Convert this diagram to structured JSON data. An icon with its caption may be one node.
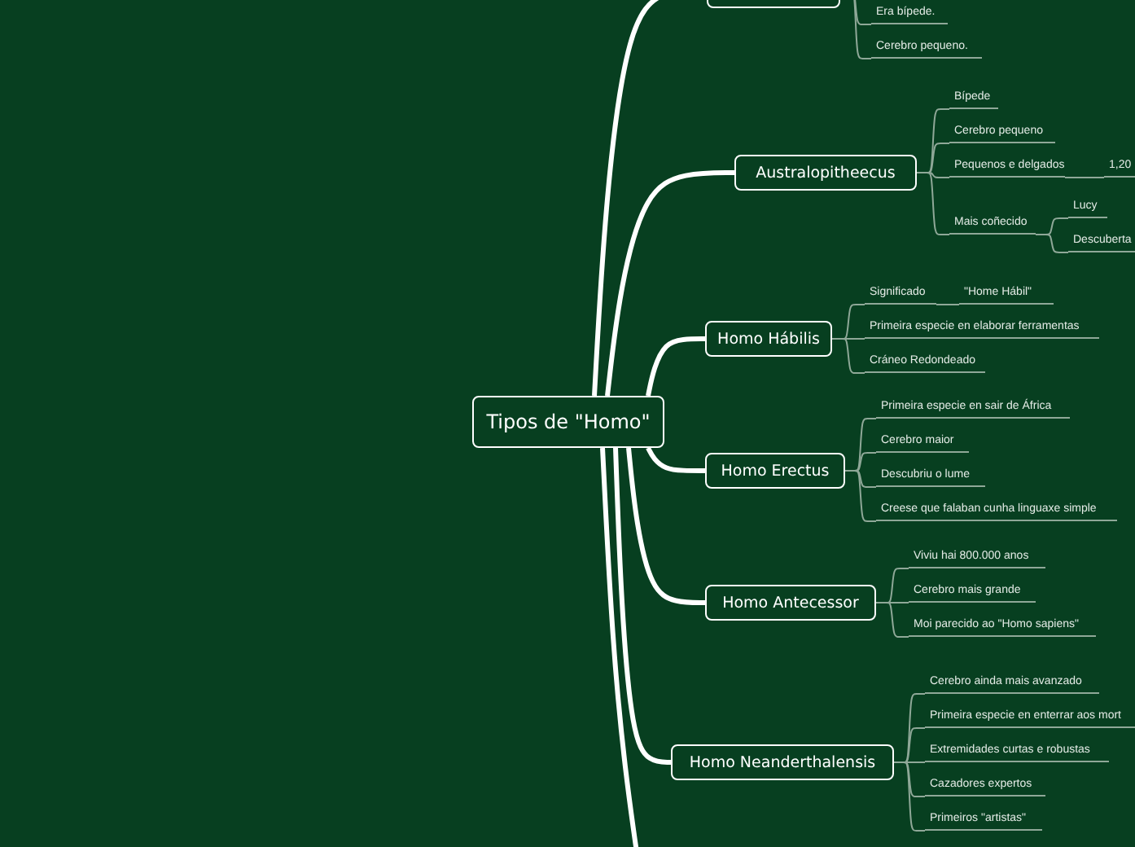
{
  "diagram": {
    "nodes": [
      {
        "text": [
          "Tipos de \"Homo\""
        ]
      },
      {
        "text": [],
        "shape": "box"
      },
      {
        "text": [
          "Era bípede."
        ]
      },
      {
        "text": [
          "Cerebro pequeno."
        ]
      },
      {
        "text": [
          "Australopitheecus"
        ]
      },
      {
        "text": [
          "Bípede"
        ]
      },
      {
        "text": [
          "Cerebro pequeno"
        ]
      },
      {
        "text": [
          "Pequenos e delgados"
        ]
      },
      {
        "text": [
          "1,20"
        ]
      },
      {
        "text": [
          "Mais coñecido"
        ]
      },
      {
        "text": [
          "Lucy"
        ]
      },
      {
        "text": [
          "Descuberta"
        ]
      },
      {
        "text": [
          "Homo Hábilis"
        ]
      },
      {
        "text": [
          "Significado"
        ]
      },
      {
        "text": [
          "\"Home Hábil\""
        ]
      },
      {
        "text": [
          "Primeira especie en elaborar ferramentas"
        ]
      },
      {
        "text": [
          "Cráneo Redondeado"
        ]
      },
      {
        "text": [
          "Homo Erectus"
        ]
      },
      {
        "text": [
          "Primeira especie en sair de África"
        ]
      },
      {
        "text": [
          "Cerebro maior"
        ]
      },
      {
        "text": [
          "Descubriu o lume"
        ]
      },
      {
        "text": [
          "Creese que falaban cunha linguaxe simple"
        ]
      },
      {
        "text": [
          "Homo Antecessor"
        ]
      },
      {
        "text": [
          "Viviu hai 800.000 anos"
        ]
      },
      {
        "text": [
          "Cerebro mais grande"
        ]
      },
      {
        "text": [
          "Moi parecido ao \"Homo sapiens\""
        ]
      },
      {
        "text": [
          "Homo Neanderthalensis"
        ]
      },
      {
        "text": [
          "Cerebro ainda mais avanzado"
        ]
      },
      {
        "text": [
          "Primeira especie en enterrar aos mort"
        ]
      },
      {
        "text": [
          "Extremidades curtas e robustas"
        ]
      },
      {
        "text": [
          "Cazadores expertos"
        ]
      },
      {
        "text": [
          "Primeiros \"artistas\""
        ]
      }
    ],
    "edges": [
      {
        "from": 0,
        "to": 1,
        "arrow": "none",
        "style": "thick",
        "color": "#ffffff"
      },
      {
        "from": 0,
        "to": 4,
        "arrow": "none",
        "style": "thick",
        "color": "#ffffff"
      },
      {
        "from": 0,
        "to": 12,
        "arrow": "none",
        "style": "thick",
        "color": "#ffffff"
      },
      {
        "from": 0,
        "to": 17,
        "arrow": "none",
        "style": "thick",
        "color": "#ffffff"
      },
      {
        "from": 0,
        "to": 22,
        "arrow": "none",
        "style": "thick",
        "color": "#ffffff"
      },
      {
        "from": 0,
        "to": 26,
        "arrow": "none",
        "style": "thick",
        "color": "#ffffff"
      },
      {
        "from": 0,
        "to": null,
        "arrow": "none",
        "style": "thick",
        "color": "#ffffff"
      },
      {
        "from": 1,
        "to": 2,
        "arrow": "none"
      },
      {
        "from": 1,
        "to": 3,
        "arrow": "none"
      },
      {
        "from": 4,
        "to": 5,
        "arrow": "none"
      },
      {
        "from": 4,
        "to": 6,
        "arrow": "none"
      },
      {
        "from": 4,
        "to": 7,
        "arrow": "none"
      },
      {
        "from": 7,
        "to": 8,
        "arrow": "none"
      },
      {
        "from": 4,
        "to": 9,
        "arrow": "none"
      },
      {
        "from": 9,
        "to": 10,
        "arrow": "none"
      },
      {
        "from": 9,
        "to": 11,
        "arrow": "none"
      },
      {
        "from": 12,
        "to": 13,
        "arrow": "none"
      },
      {
        "from": 13,
        "to": 14,
        "arrow": "none"
      },
      {
        "from": 12,
        "to": 15,
        "arrow": "none"
      },
      {
        "from": 12,
        "to": 16,
        "arrow": "none"
      },
      {
        "from": 17,
        "to": 18,
        "arrow": "none"
      },
      {
        "from": 17,
        "to": 19,
        "arrow": "none"
      },
      {
        "from": 17,
        "to": 20,
        "arrow": "none"
      },
      {
        "from": 17,
        "to": 21,
        "arrow": "none"
      },
      {
        "from": 22,
        "to": 23,
        "arrow": "none"
      },
      {
        "from": 22,
        "to": 24,
        "arrow": "none"
      },
      {
        "from": 22,
        "to": 25,
        "arrow": "none"
      },
      {
        "from": 26,
        "to": 27,
        "arrow": "none"
      },
      {
        "from": 26,
        "to": 28,
        "arrow": "none"
      },
      {
        "from": 26,
        "to": 29,
        "arrow": "none"
      },
      {
        "from": 26,
        "to": 30,
        "arrow": "none"
      },
      {
        "from": 26,
        "to": 31,
        "arrow": "none"
      }
    ]
  }
}
